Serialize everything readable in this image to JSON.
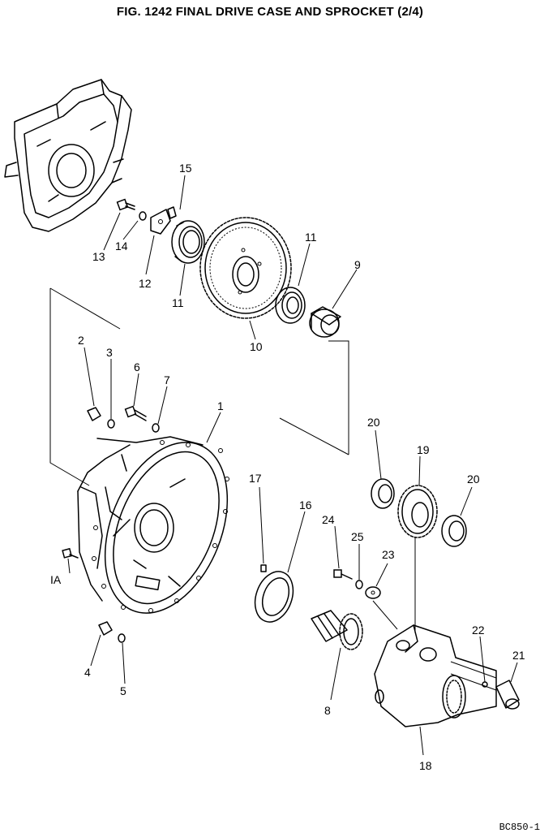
{
  "figure": {
    "title": "FIG. 1242   FINAL DRIVE CASE AND SPROCKET (2/4)",
    "footer_code": "BC850-1"
  },
  "callouts": {
    "c1": "1",
    "c1a": "IA",
    "c2": "2",
    "c3": "3",
    "c4": "4",
    "c5": "5",
    "c6": "6",
    "c7": "7",
    "c8": "8",
    "c9": "9",
    "c10": "10",
    "c11a": "11",
    "c11b": "11",
    "c12": "12",
    "c13": "13",
    "c14": "14",
    "c15": "15",
    "c16": "16",
    "c17": "17",
    "c18": "18",
    "c19": "19",
    "c20a": "20",
    "c20b": "20",
    "c21": "21",
    "c22": "22",
    "c23": "23",
    "c24": "24",
    "c25": "25"
  }
}
